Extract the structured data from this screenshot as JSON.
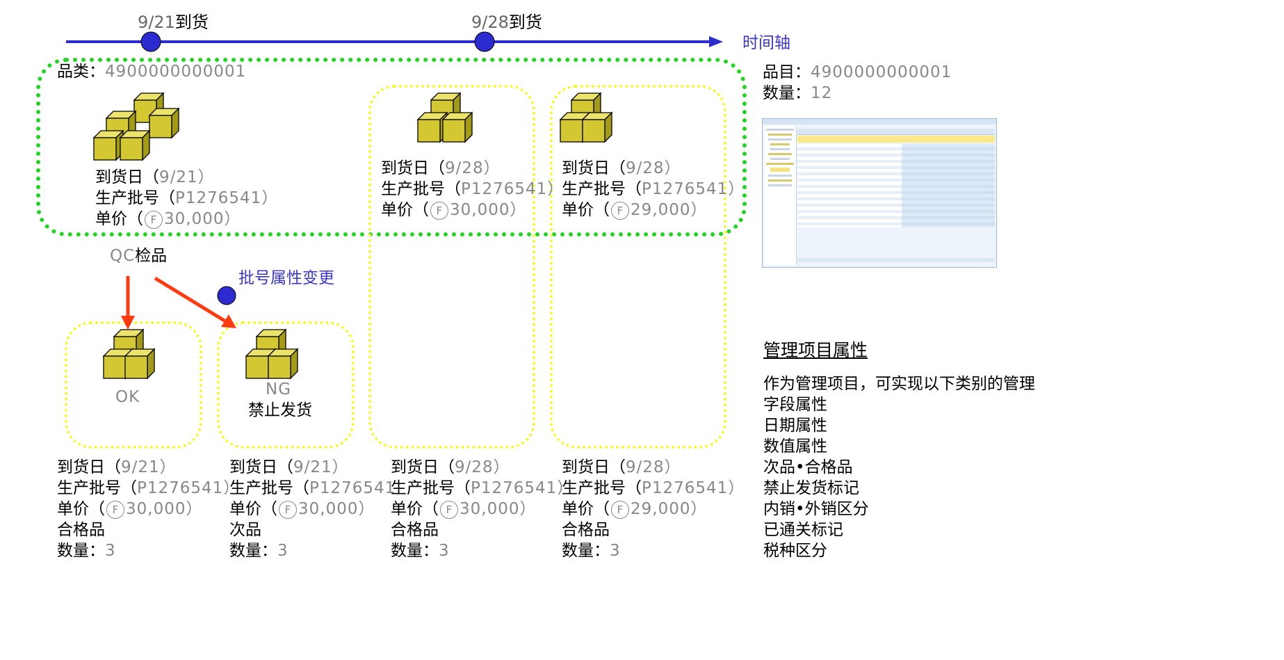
{
  "timeline": {
    "label": "时间轴",
    "events": [
      {
        "date": "9/21",
        "suffix": "到货"
      },
      {
        "date": "9/28",
        "suffix": "到货"
      }
    ]
  },
  "category": {
    "label": "品类：",
    "value": "4900000000001"
  },
  "item_info": {
    "item_label": "品目：",
    "item_value": "4900000000001",
    "qty_label": "数量：",
    "qty_value": "12"
  },
  "top_groups": [
    {
      "arrival_label": "到货日（",
      "arrival": "9/21",
      "lot_label": "生产批号（",
      "lot": "P1276541",
      "price_label": "单价（",
      "price": "30,000",
      "close": "）"
    },
    {
      "arrival_label": "到货日（",
      "arrival": "9/28",
      "lot_label": "生产批号（",
      "lot": "P1276541",
      "price_label": "单价（",
      "price": "30,000",
      "close": "）"
    },
    {
      "arrival_label": "到货日（",
      "arrival": "9/28",
      "lot_label": "生产批号（",
      "lot": "P1276541",
      "price_label": "单价（",
      "price": "29,000",
      "close": "）"
    }
  ],
  "qc_label": {
    "qc": "QC",
    "cn": "检品"
  },
  "lot_change_label": "批号属性变更",
  "ok_label": "OK",
  "ng_label": "NG",
  "ng_sub": "禁止发货",
  "currency_symbol": "F",
  "bottom_groups": [
    {
      "arrival": "9/21",
      "lot": "P1276541",
      "price": "30,000",
      "grade": "合格品",
      "qty": "3"
    },
    {
      "arrival": "9/21",
      "lot": "P1276541",
      "price": "30,000",
      "grade": "次品",
      "qty": "3"
    },
    {
      "arrival": "9/28",
      "lot": "P1276541",
      "price": "30,000",
      "grade": "合格品",
      "qty": "3"
    },
    {
      "arrival": "9/28",
      "lot": "P1276541",
      "price": "29,000",
      "grade": "合格品",
      "qty": "3"
    }
  ],
  "labels": {
    "arrival": "到货日（",
    "lot": "生产批号（",
    "price": "单价（",
    "qty": "数量：",
    "close": "）"
  },
  "mgmt": {
    "title": "管理项目属性",
    "intro": "作为管理项目，可实现以下类别的管理",
    "items": [
      "字段属性",
      "日期属性",
      "数值属性",
      "次品•合格品",
      "禁止发货标记",
      "内销•外销区分",
      "已通关标记",
      "税种区分"
    ]
  },
  "colors": {
    "timeline": "#2b2bd0",
    "green_box": "#22d422",
    "yellow_box": "#f8f82a",
    "arrow": "#ff3a10",
    "box_fill": "#d4c832"
  }
}
